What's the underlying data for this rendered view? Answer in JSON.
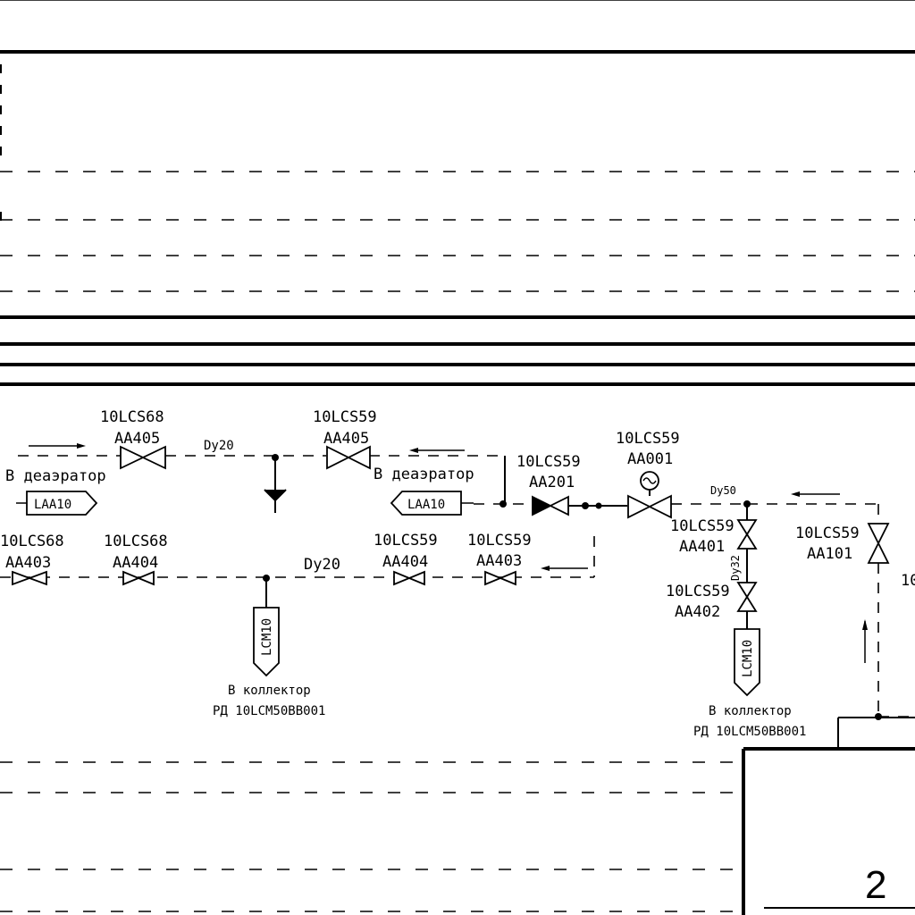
{
  "labels": {
    "v_lcs68_aa405": [
      "10LCS68",
      "AA405"
    ],
    "v_lcs59_aa405": [
      "10LCS59",
      "AA405"
    ],
    "v_lcs59_aa201": [
      "10LCS59",
      "AA201"
    ],
    "v_lcs59_aa001": [
      "10LCS59",
      "AA001"
    ],
    "v_lcs68_aa403": [
      "10LCS68",
      "AA403"
    ],
    "v_lcs68_aa404": [
      "10LCS68",
      "AA404"
    ],
    "v_lcs59_aa404": [
      "10LCS59",
      "AA404"
    ],
    "v_lcs59_aa403": [
      "10LCS59",
      "AA403"
    ],
    "v_lcs59_aa401": [
      "10LCS59",
      "AA401"
    ],
    "v_lcs59_aa402": [
      "10LCS59",
      "AA402"
    ],
    "v_lcs59_aa101": [
      "10LCS59",
      "AA101"
    ],
    "edge_cut_label": "10"
  },
  "dn": {
    "top_left": "Dy20",
    "bottom_mid": "Dy20",
    "right": "Dy50",
    "vertical": "Dy32"
  },
  "destinations": {
    "deaerator_left": "В деаэратор",
    "deaerator_mid": "В деаэратор",
    "laa_left": "LAA10",
    "laa_mid": "LAA10",
    "lcm_left": "LCM10",
    "lcm_right": "LCM10",
    "collector_left": [
      "В коллектор",
      "РД 10LCM50BB001"
    ],
    "collector_right": [
      "В коллектор",
      "РД 10LCM50BB001"
    ]
  },
  "sheet": {
    "sheet_number": "2"
  }
}
